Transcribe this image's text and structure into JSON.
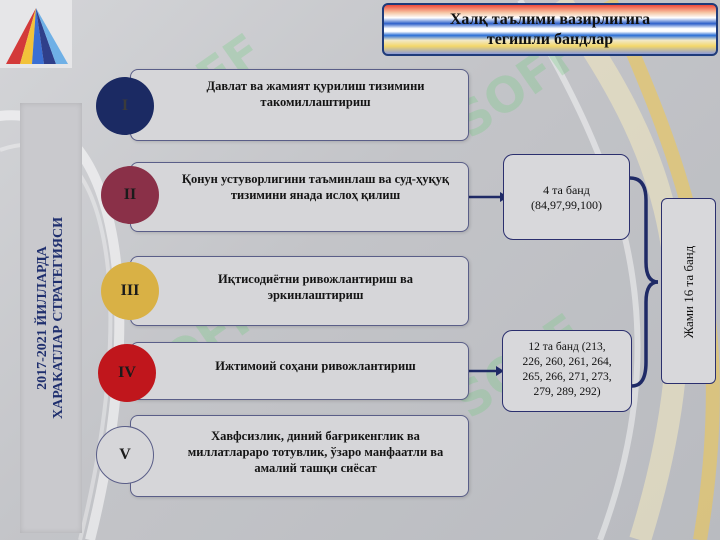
{
  "header": {
    "line1": "Халқ таълими вазирлигига",
    "line2": "тегишли бандлар"
  },
  "sidebar": {
    "title": "2017-2021 ЙИЛЛАРДА\nХАРАКАТЛАР СТРАТЕГИЯСИ"
  },
  "watermark": "SOFF",
  "directions": [
    {
      "numeral": "I",
      "text": "Давлат ва жамият қурилиш тизимини такомиллаштириш",
      "color": "#1b2a63"
    },
    {
      "numeral": "II",
      "text": "Қонун устуворлигини таъминлаш ва суд-ҳуқуқ тизимини янада ислоҳ қилиш",
      "color": "#8a3048"
    },
    {
      "numeral": "III",
      "text": "Иқтисодиётни ривожлантириш ва эркинлаштириш",
      "color": "#d9b145"
    },
    {
      "numeral": "IV",
      "text": "Ижтимоий соҳани ривожлантириш",
      "color": "#c0161c"
    },
    {
      "numeral": "V",
      "text": "Хавфсизлик, диний бағрикенглик ва миллатлараро тотувлик, ўзаро манфаатли ва амалий ташқи сиёсат",
      "color": "#d6d6d9"
    }
  ],
  "results": {
    "box_ii": {
      "line1": "4 та банд",
      "line2": "(84,97,99,100)"
    },
    "box_iv": {
      "line1": "12 та банд (213,",
      "line2": "226, 260, 261, 264,",
      "line3": "265, 266, 271, 273,",
      "line4": "279, 289, 292)"
    }
  },
  "total": {
    "label": "Жами 16 та банд"
  }
}
